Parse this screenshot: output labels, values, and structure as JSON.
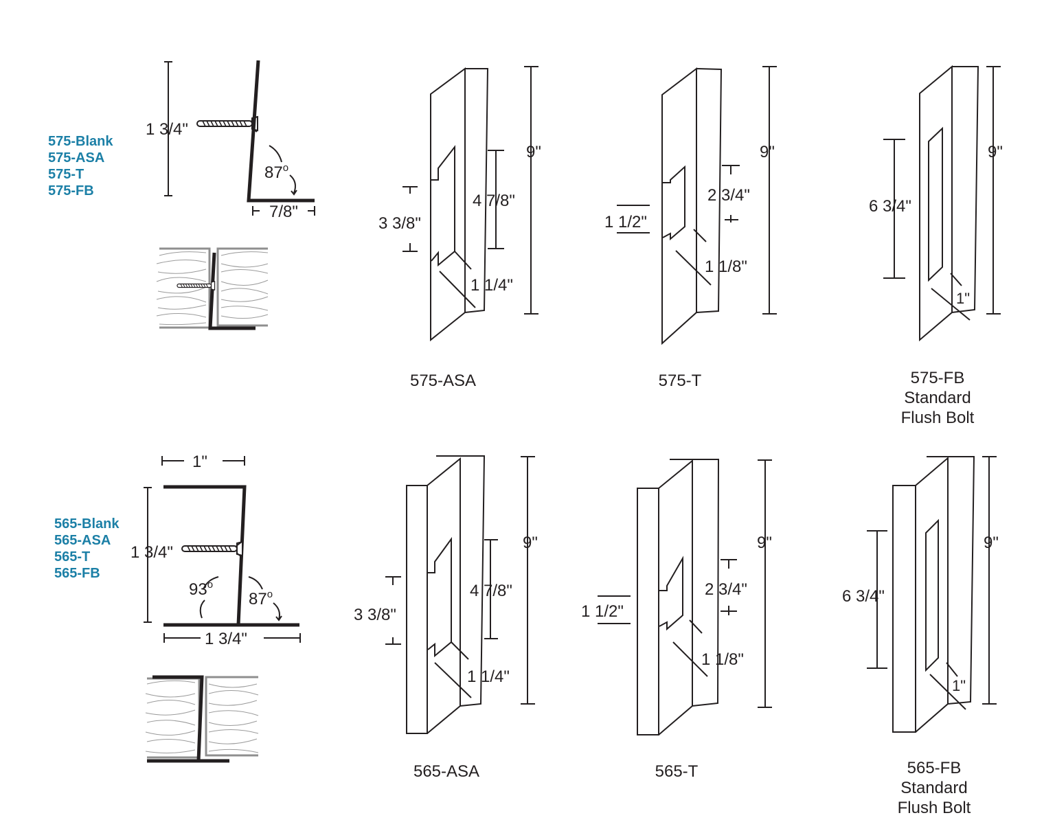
{
  "colors": {
    "series_label": "#1b7fa6",
    "line": "#231f20",
    "wood_grain": "#9a9a9a"
  },
  "series_575": {
    "labels": [
      "575-Blank",
      "575-ASA",
      "575-T",
      "575-FB"
    ]
  },
  "series_565": {
    "labels": [
      "565-Blank",
      "565-ASA",
      "565-T",
      "565-FB"
    ]
  },
  "profile_575": {
    "height": "1 3/4\"",
    "angle": "87",
    "degree": "o",
    "leg": "7/8\""
  },
  "profile_565": {
    "top": "1\"",
    "height": "1 3/4\"",
    "angle_left": "93",
    "angle_right": "87",
    "degree": "o",
    "base": "1 3/4\""
  },
  "plates": {
    "p575_asa": {
      "caption": "575-ASA",
      "length": "9\"",
      "cutout_height": "4 7/8\"",
      "offset": "3 3/8\"",
      "lip": "1 1/4\""
    },
    "p575_t": {
      "caption": "575-T",
      "length": "9\"",
      "cutout_height": "2 3/4\"",
      "offset": "1 1/2\"",
      "lip": "1 1/8\""
    },
    "p575_fb": {
      "caption_lines": [
        "575-FB",
        "Standard",
        "Flush Bolt"
      ],
      "length": "9\"",
      "cutout_height": "6 3/4\"",
      "lip": "1\""
    },
    "p565_asa": {
      "caption": "565-ASA",
      "length": "9\"",
      "cutout_height": "4 7/8\"",
      "offset": "3 3/8\"",
      "lip": "1 1/4\""
    },
    "p565_t": {
      "caption": "565-T",
      "length": "9\"",
      "cutout_height": "2 3/4\"",
      "offset": "1 1/2\"",
      "lip": "1 1/8\""
    },
    "p565_fb": {
      "caption_lines": [
        "565-FB",
        "Standard",
        "Flush Bolt"
      ],
      "length": "9\"",
      "cutout_height": "6 3/4\"",
      "lip": "1\""
    }
  }
}
